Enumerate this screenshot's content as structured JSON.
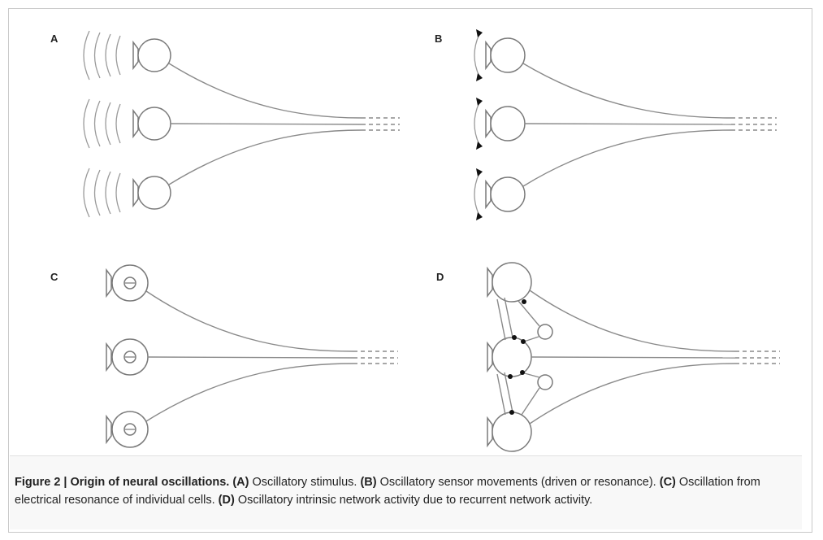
{
  "figure": {
    "panels": {
      "a": {
        "label": "A"
      },
      "b": {
        "label": "B"
      },
      "c": {
        "label": "C"
      },
      "d": {
        "label": "D"
      }
    }
  },
  "caption": {
    "title": "Figure 2 | Origin of neural oscillations.",
    "a_label": "(A)",
    "a_text": "Oscillatory stimulus.",
    "b_label": "(B)",
    "b_text": "Oscillatory sensor movements (driven or resonance).",
    "c_label": "(C)",
    "c_text": "Oscillation from electrical resonance of individual cells.",
    "d_label": "(D)",
    "d_text": "Oscillatory intrinsic network activity due to recurrent network activity."
  }
}
